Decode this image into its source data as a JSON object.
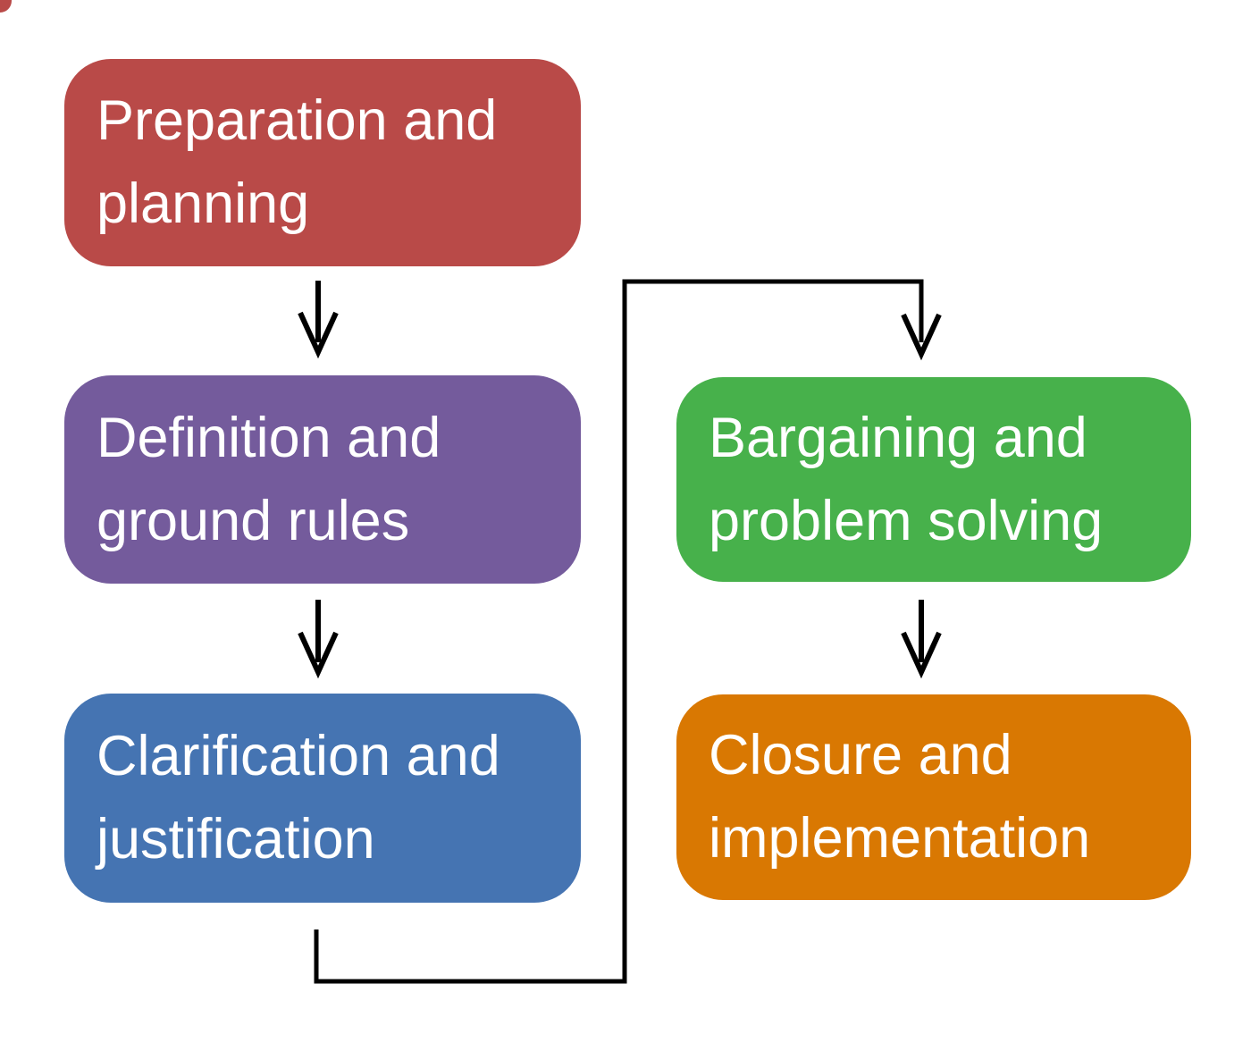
{
  "diagram": {
    "type": "flowchart",
    "background": "#ffffff",
    "text_color": "#ffffff",
    "connector_color": "#000000",
    "nodes": [
      {
        "id": "preparation",
        "label": "Preparation and planning",
        "color": "#b94a48"
      },
      {
        "id": "definition",
        "label": "Definition and ground rules",
        "color": "#745b9c"
      },
      {
        "id": "clarification",
        "label": "Clarification and justification",
        "color": "#4574b2"
      },
      {
        "id": "bargaining",
        "label": "Bargaining and problem solving",
        "color": "#47b14b"
      },
      {
        "id": "closure",
        "label": "Closure and implementation",
        "color": "#d97802"
      }
    ],
    "edges": [
      {
        "from": "preparation",
        "to": "definition",
        "style": "straight-arrow"
      },
      {
        "from": "definition",
        "to": "clarification",
        "style": "straight-arrow"
      },
      {
        "from": "clarification",
        "to": "bargaining",
        "style": "elbow-arrow"
      },
      {
        "from": "bargaining",
        "to": "closure",
        "style": "straight-arrow"
      }
    ]
  }
}
